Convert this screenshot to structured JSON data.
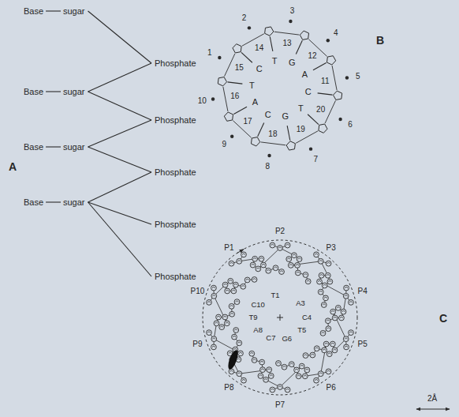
{
  "diagram": {
    "labels": [
      "A",
      "Base",
      "sugar",
      "Phosphate",
      "Base",
      "sugar",
      "Phosphate",
      "Base",
      "sugar",
      "Phosphate",
      "Base",
      "sugar",
      "Phosphate",
      "Phosphate",
      "B",
      "1",
      "2",
      "3",
      "4",
      "5",
      "6",
      "7",
      "8",
      "9",
      "10",
      "11",
      "12",
      "13",
      "14",
      "15",
      "16",
      "17",
      "18",
      "19",
      "20",
      "T",
      "G",
      "A",
      "C",
      "T",
      "G",
      "C",
      "A",
      "T",
      "C",
      "C",
      "P1",
      "P2",
      "P3",
      "P4",
      "P5",
      "P6",
      "P7",
      "P8",
      "P9",
      "P10",
      "T1",
      "C10",
      "T9",
      "A8",
      "C7",
      "G6",
      "T5",
      "C4",
      "A3",
      "2Å"
    ]
  }
}
